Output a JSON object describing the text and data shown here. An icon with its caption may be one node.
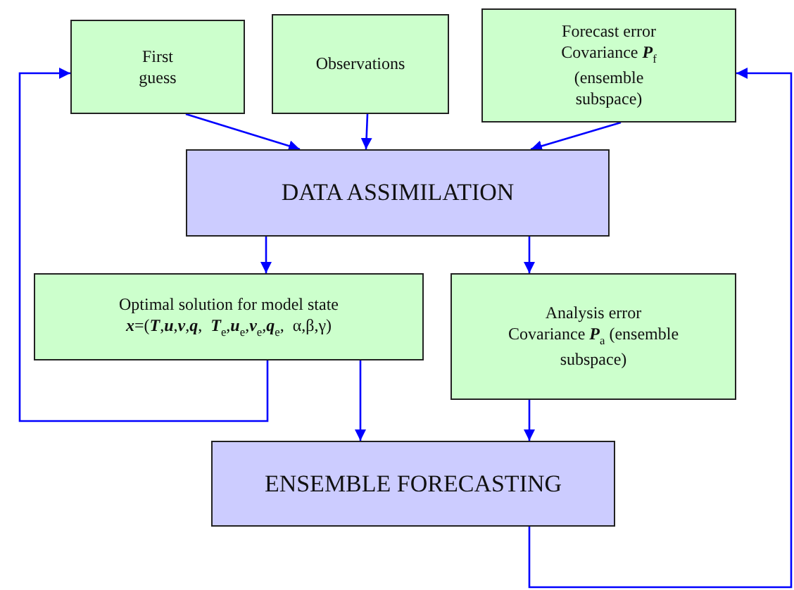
{
  "diagram": {
    "nodes": [
      {
        "text": [
          "First guess"
        ]
      },
      {
        "text": [
          "Observations"
        ]
      },
      {
        "text": [
          "Forecast error Covariance **P**$_{f}$ (ensemble subspace)"
        ]
      },
      {
        "text": [
          "DATA ASSIMILATION"
        ]
      },
      {
        "text": [
          "Optimal solution for model state",
          "**x**=(**T**,**u**,**v**,**q**,  **T**$_{e}$,**u**$_{e}$,**v**$_{e}$,**q**$_{e}$,  α,β,γ)"
        ]
      },
      {
        "text": [
          "Analysis error Covariance **P**$_{a}$ (ensemble subspace)"
        ]
      },
      {
        "text": [
          "ENSEMBLE FORECASTING"
        ]
      }
    ],
    "edges": [
      {
        "from": 0,
        "to": 3,
        "arrow": "to"
      },
      {
        "from": 1,
        "to": 3,
        "arrow": "to"
      },
      {
        "from": 2,
        "to": 3,
        "arrow": "to"
      },
      {
        "from": 3,
        "to": 4,
        "arrow": "to"
      },
      {
        "from": 3,
        "to": 5,
        "arrow": "to"
      },
      {
        "from": 4,
        "to": 6,
        "arrow": "to"
      },
      {
        "from": 5,
        "to": 6,
        "arrow": "to"
      },
      {
        "from": 4,
        "to": 0,
        "arrow": "to"
      },
      {
        "from": 6,
        "to": 2,
        "arrow": "to"
      }
    ]
  }
}
